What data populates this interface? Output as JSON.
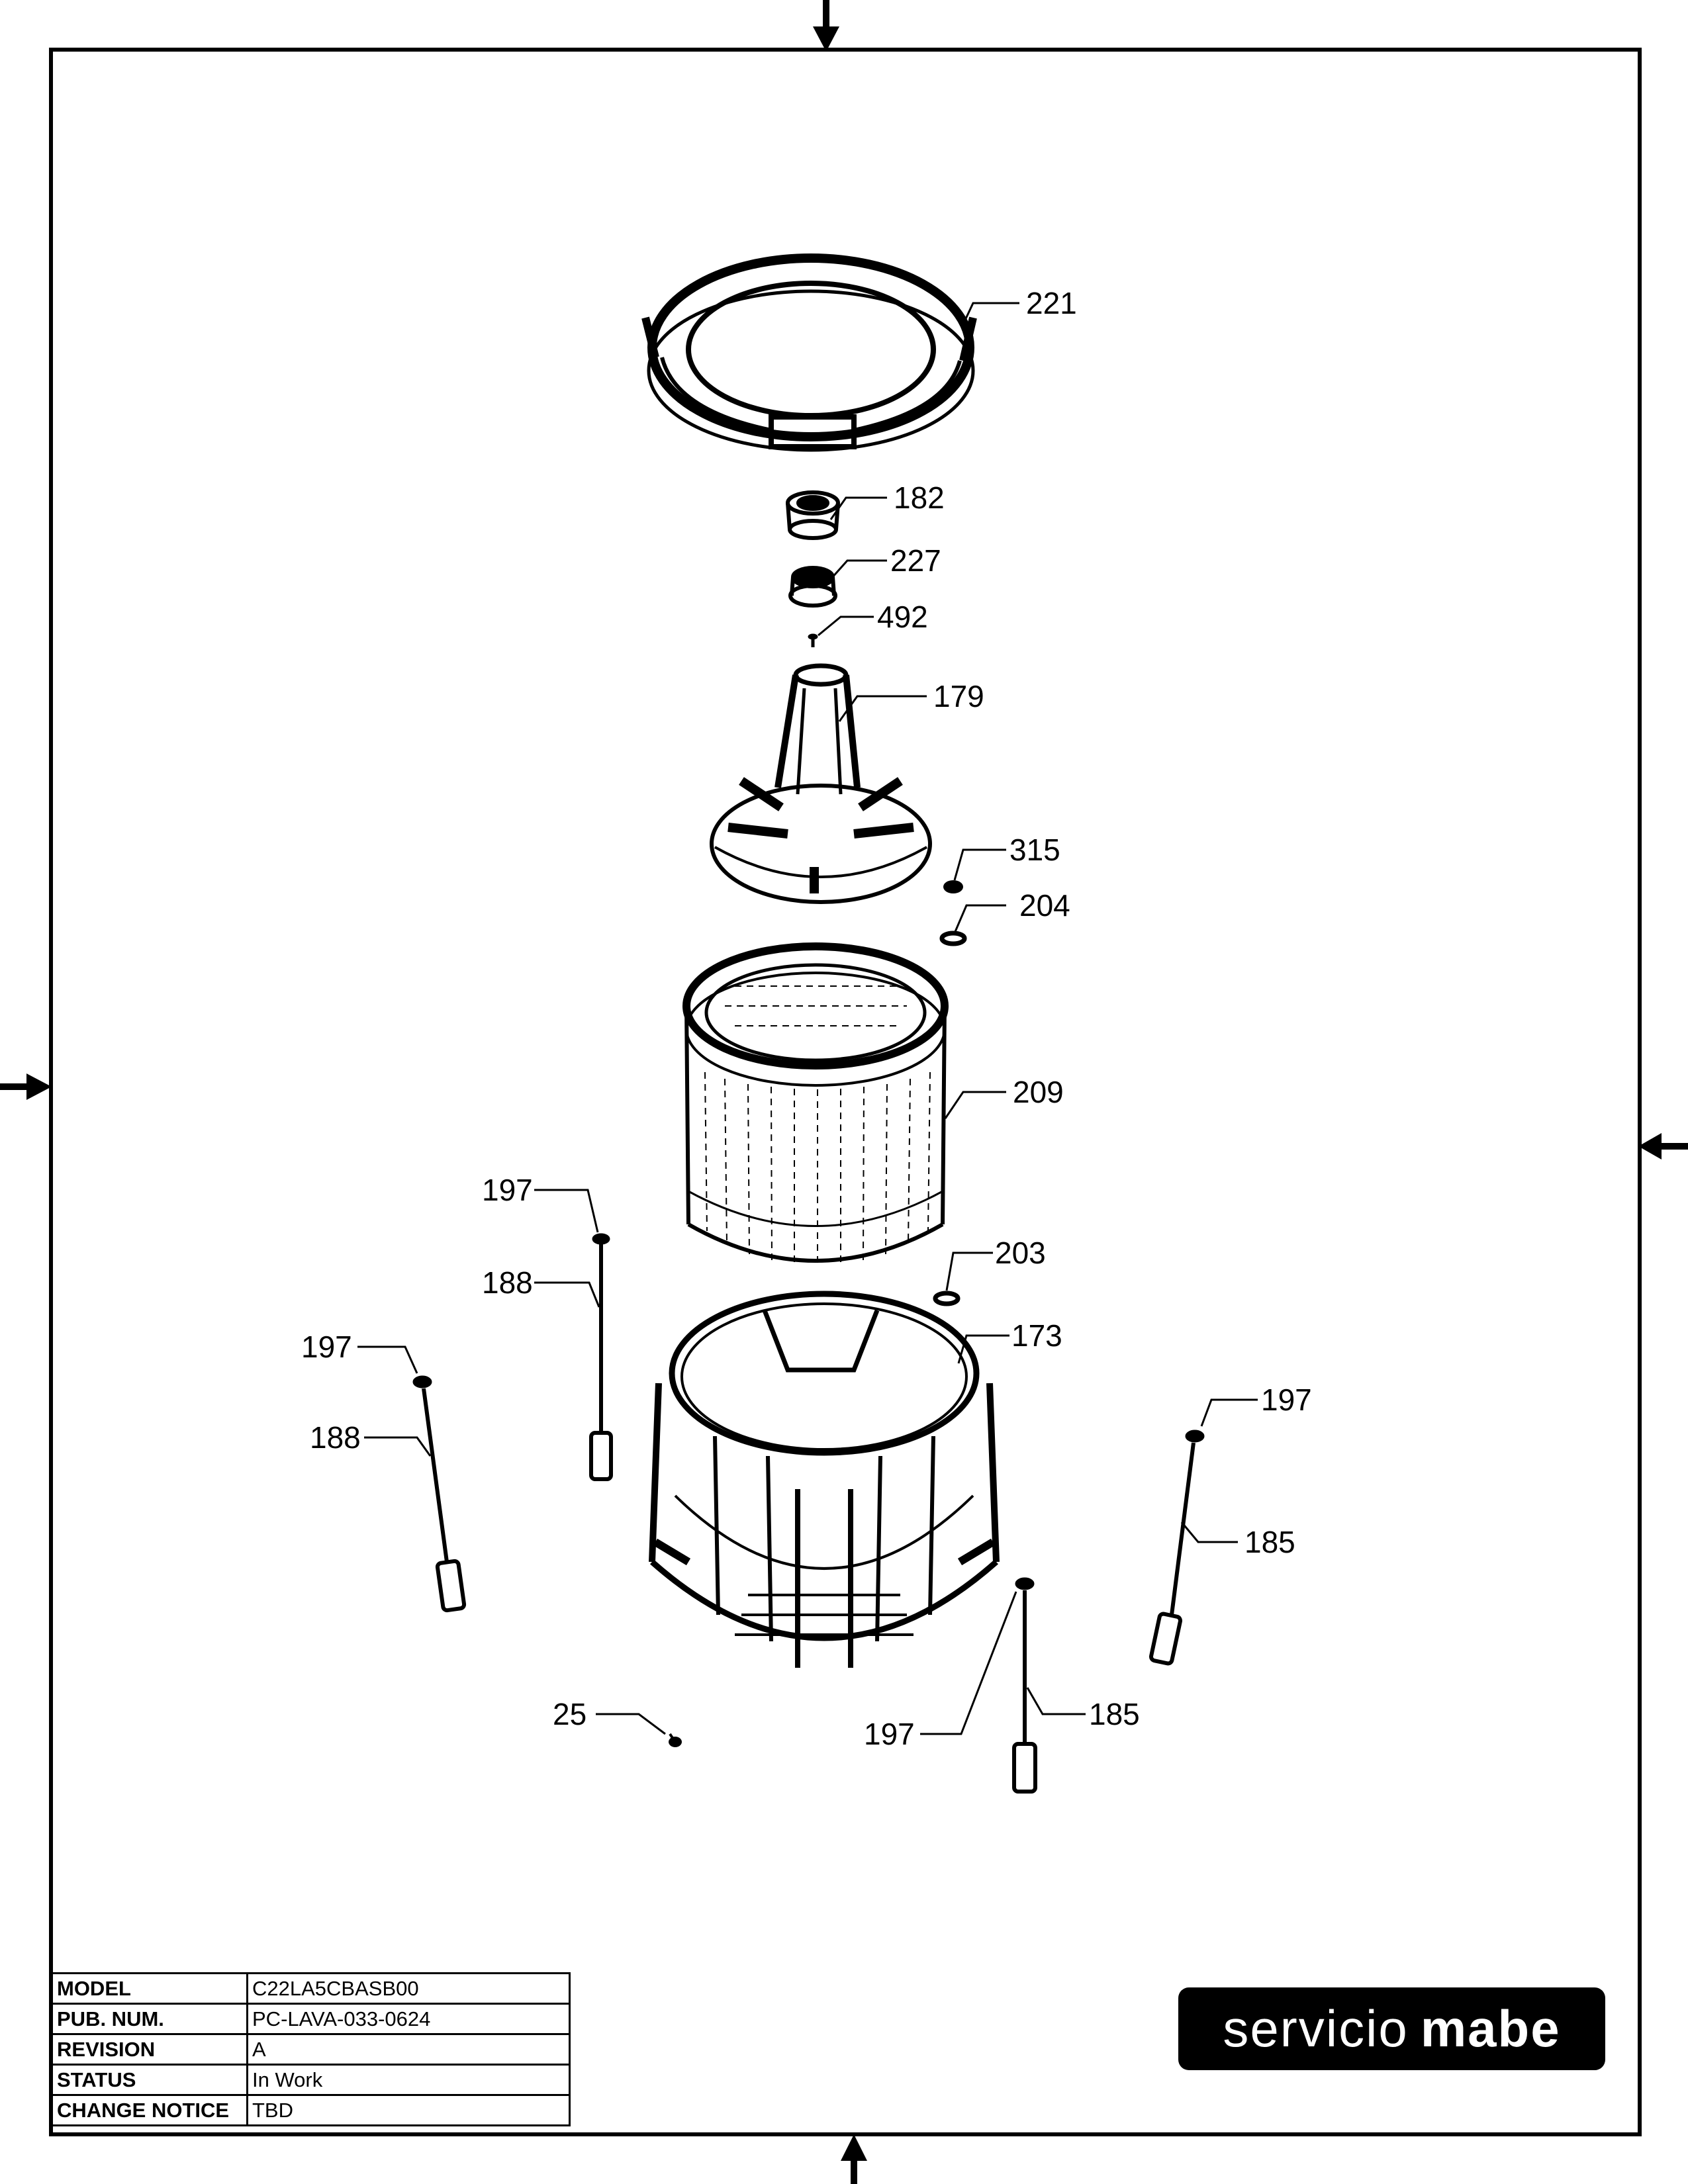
{
  "diagram": {
    "callouts": [
      {
        "id": "c221",
        "label": "221"
      },
      {
        "id": "c182",
        "label": "182"
      },
      {
        "id": "c227",
        "label": "227"
      },
      {
        "id": "c492",
        "label": "492"
      },
      {
        "id": "c179",
        "label": "179"
      },
      {
        "id": "c315",
        "label": "315"
      },
      {
        "id": "c204",
        "label": "204"
      },
      {
        "id": "c209",
        "label": "209"
      },
      {
        "id": "c197a",
        "label": "197"
      },
      {
        "id": "c188a",
        "label": "188"
      },
      {
        "id": "c203",
        "label": "203"
      },
      {
        "id": "c173",
        "label": "173"
      },
      {
        "id": "c197b",
        "label": "197"
      },
      {
        "id": "c188b",
        "label": "188"
      },
      {
        "id": "c197c",
        "label": "197"
      },
      {
        "id": "c185a",
        "label": "185"
      },
      {
        "id": "c25",
        "label": "25"
      },
      {
        "id": "c197d",
        "label": "197"
      },
      {
        "id": "c185b",
        "label": "185"
      }
    ]
  },
  "title_block": {
    "rows": [
      {
        "key": "MODEL",
        "value": "C22LA5CBASB00"
      },
      {
        "key": "PUB. NUM.",
        "value": "PC-LAVA-033-0624"
      },
      {
        "key": "REVISION",
        "value": "A"
      },
      {
        "key": "STATUS",
        "value": "In Work"
      },
      {
        "key": "CHANGE NOTICE",
        "value": "TBD"
      }
    ]
  },
  "logo": {
    "part1": "servicio",
    "part2": "mabe"
  }
}
